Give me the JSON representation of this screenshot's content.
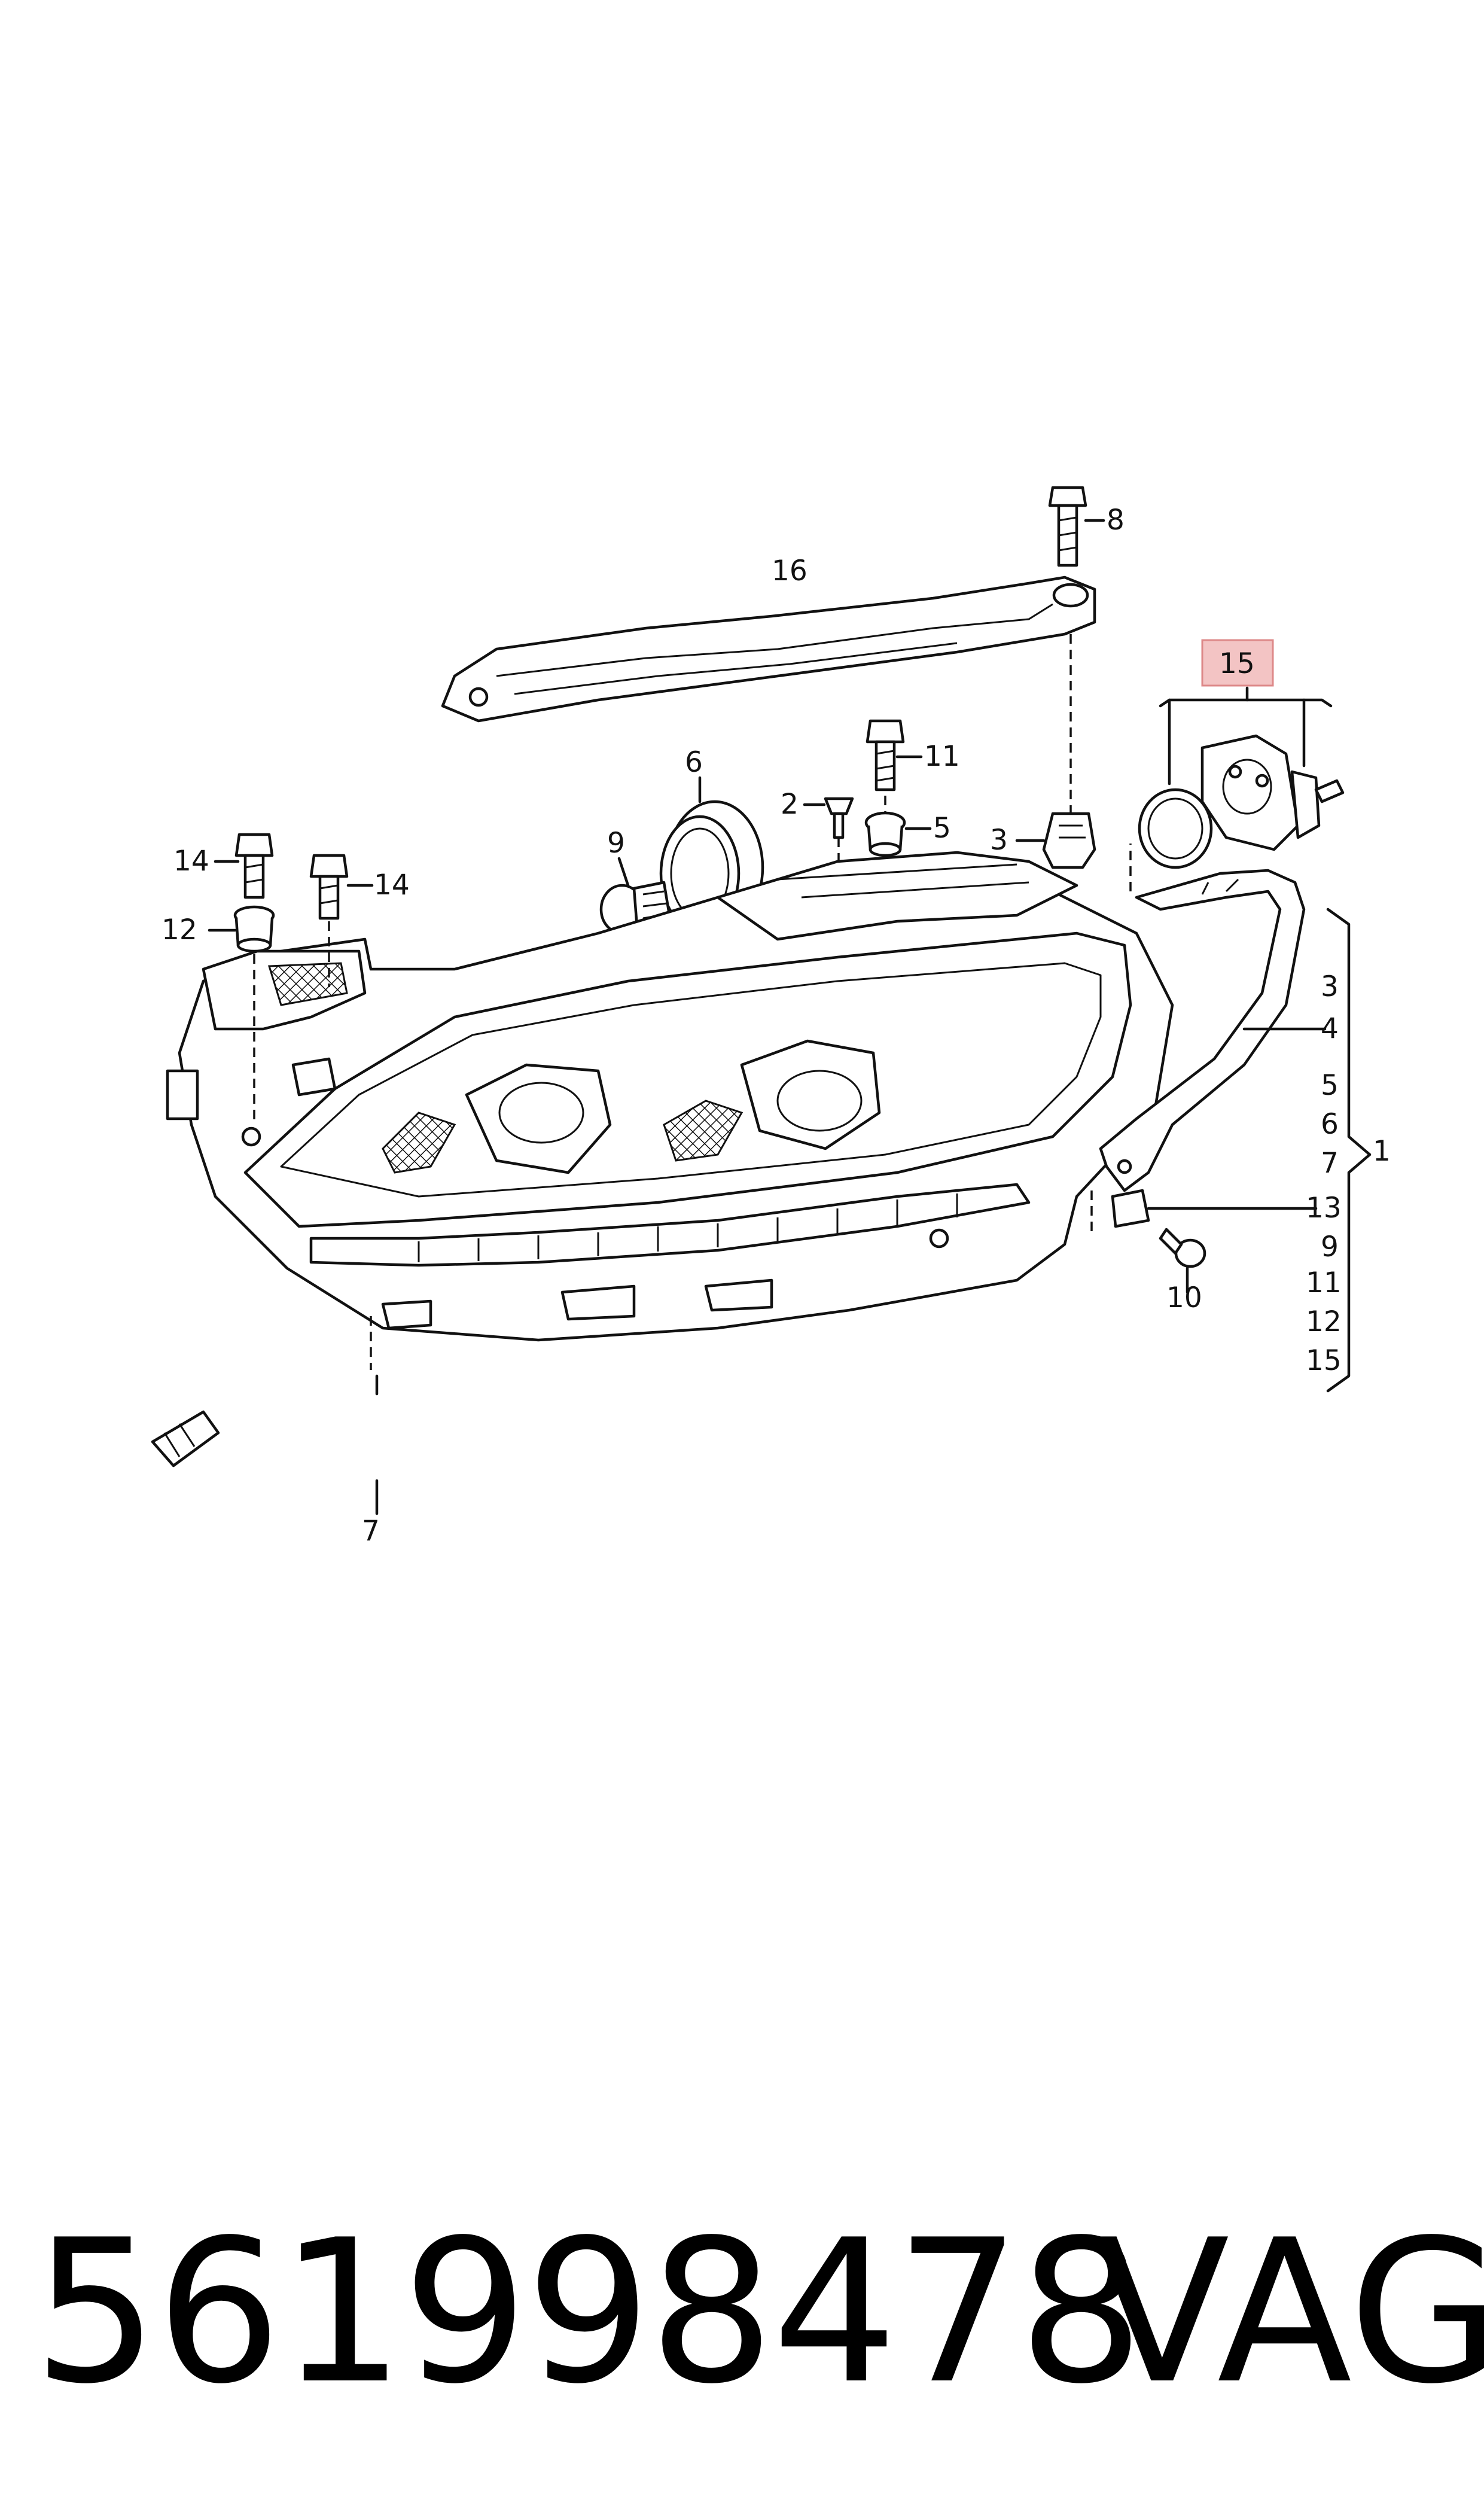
{
  "callouts": {
    "c1": "1",
    "c2": "2",
    "c3a": "3",
    "c3b": "3",
    "c4": "4",
    "c5a": "5",
    "c5b": "5",
    "c6a": "6",
    "c6b": "6",
    "c7a": "7",
    "c7b": "7",
    "c8": "8",
    "c9a": "9",
    "c9b": "9",
    "c10": "10",
    "c11a": "11",
    "c11b": "11",
    "c12a": "12",
    "c12b": "12",
    "c13": "13",
    "c14a": "14",
    "c14b": "14",
    "c15a": "15",
    "c15b": "15",
    "c16": "16"
  },
  "highlight_color": "#f3c4c4",
  "footer": {
    "part_number": "561998478",
    "brand": "VAG"
  }
}
